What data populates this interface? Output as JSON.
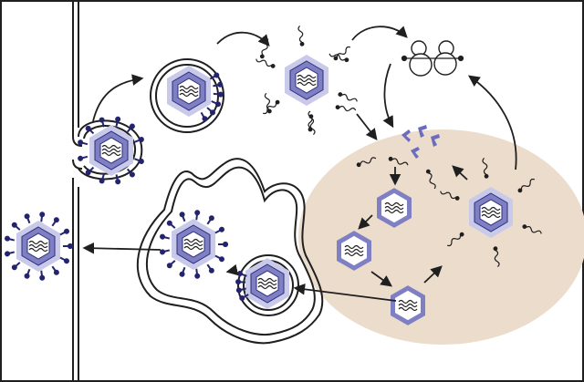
{
  "diagram": {
    "kind": "herpesvirus-replication-cycle",
    "colors": {
      "outline": "#1f1f1f",
      "nucleus_fill": "#ecdccb",
      "capsid_outer": "#7f7fc4",
      "capsid_halo": "#c9c9ea",
      "capsid_inner_stroke": "#5c5cae",
      "envelope_spikes": "#24246e",
      "background": "#ffffff"
    },
    "stages": [
      {
        "id": "attachment-fusion",
        "icon": "enveloped-virion"
      },
      {
        "id": "endocytosis",
        "icon": "endosome-virion"
      },
      {
        "id": "tegument-release",
        "icon": "capsid-with-tegument-proteins"
      },
      {
        "id": "nuclear-entry",
        "icon": "dna-release"
      },
      {
        "id": "immediate-early-transcription",
        "icon": "squiggle-mrna"
      },
      {
        "id": "protein-translation",
        "icon": "ribosomes"
      },
      {
        "id": "capsid-assembly",
        "icon": "capsid-hexagon"
      },
      {
        "id": "nuclear-egress",
        "icon": "primary-envelopment"
      },
      {
        "id": "secondary-envelopment",
        "icon": "golgi-membranes"
      },
      {
        "id": "exit",
        "icon": "mature-virion"
      }
    ]
  }
}
